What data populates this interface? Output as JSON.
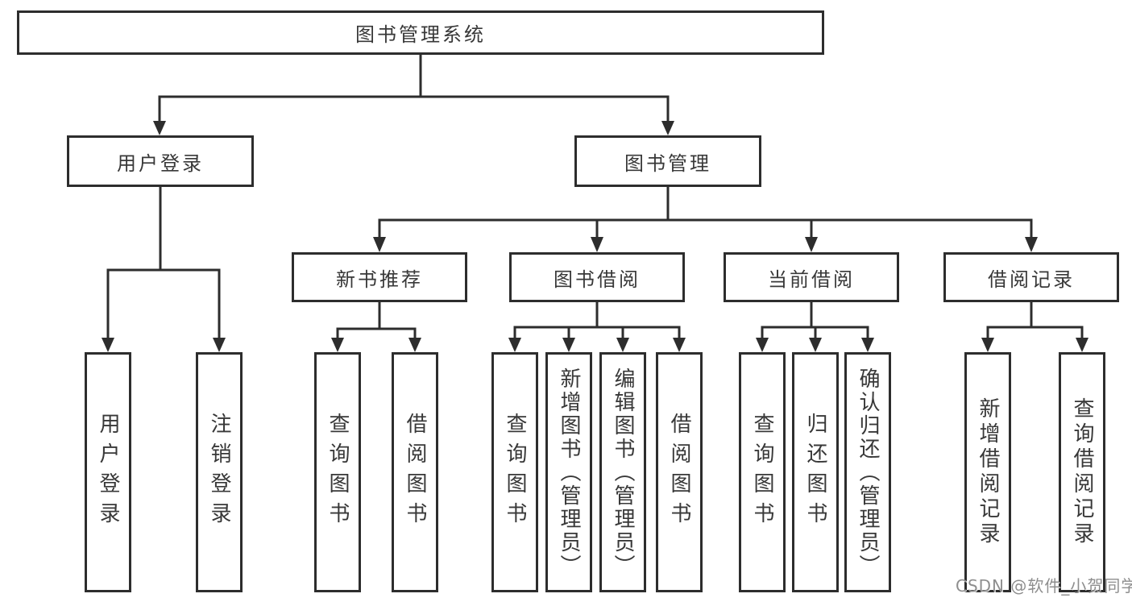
{
  "page": {
    "watermark": "CSDN @软件_小贺同学",
    "colors": {
      "line": "#2d2d2d",
      "border": "#2d2d2d",
      "text": "#383838",
      "watermark": "#8e8e8e",
      "background": "#ffffff"
    }
  },
  "tree": {
    "label": "图书管理系统",
    "children": [
      {
        "label": "用户登录",
        "children": [
          {
            "label": "用户登录"
          },
          {
            "label": "注销登录"
          }
        ]
      },
      {
        "label": "图书管理",
        "children": [
          {
            "label": "新书推荐",
            "children": [
              {
                "label": "查询图书"
              },
              {
                "label": "借阅图书"
              }
            ]
          },
          {
            "label": "图书借阅",
            "children": [
              {
                "label": "查询图书"
              },
              {
                "label": "新增图书（管理员）"
              },
              {
                "label": "编辑图书（管理员）"
              },
              {
                "label": "借阅图书"
              }
            ]
          },
          {
            "label": "当前借阅",
            "children": [
              {
                "label": "查询图书"
              },
              {
                "label": "归还图书"
              },
              {
                "label": "确认归还（管理员）"
              }
            ]
          },
          {
            "label": "借阅记录",
            "children": [
              {
                "label": "新增借阅记录"
              },
              {
                "label": "查询借阅记录"
              }
            ]
          }
        ]
      }
    ]
  }
}
